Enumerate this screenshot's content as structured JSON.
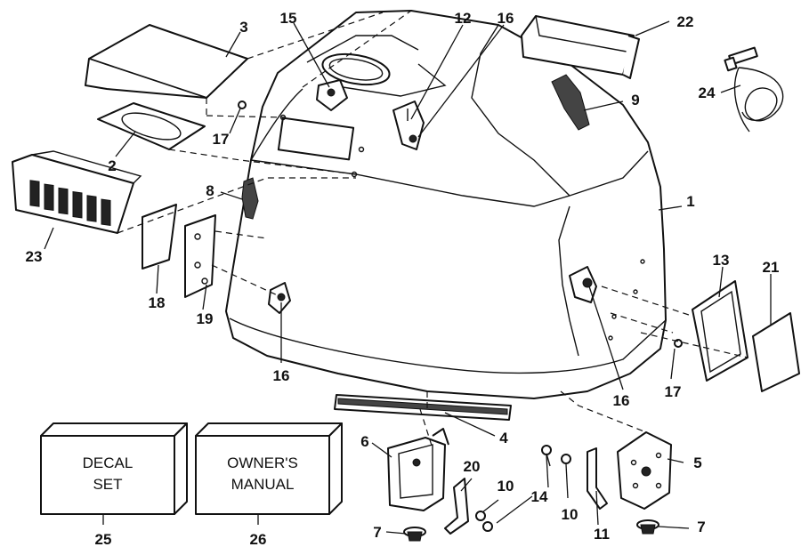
{
  "callouts": {
    "c1": "1",
    "c2": "2",
    "c3": "3",
    "c4": "4",
    "c5": "5",
    "c6": "6",
    "c7a": "7",
    "c7b": "7",
    "c8": "8",
    "c9": "9",
    "c10a": "10",
    "c10b": "10",
    "c11": "11",
    "c12": "12",
    "c13": "13",
    "c14": "14",
    "c15": "15",
    "c16a": "16",
    "c16b": "16",
    "c16c": "16",
    "c17a": "17",
    "c17b": "17",
    "c18": "18",
    "c19": "19",
    "c20": "20",
    "c21": "21",
    "c22": "22",
    "c23": "23",
    "c24": "24",
    "c25": "25",
    "c26": "26"
  },
  "boxes": {
    "decal_line1": "DECAL",
    "decal_line2": "SET",
    "manual_line1": "OWNER'S",
    "manual_line2": "MANUAL"
  }
}
